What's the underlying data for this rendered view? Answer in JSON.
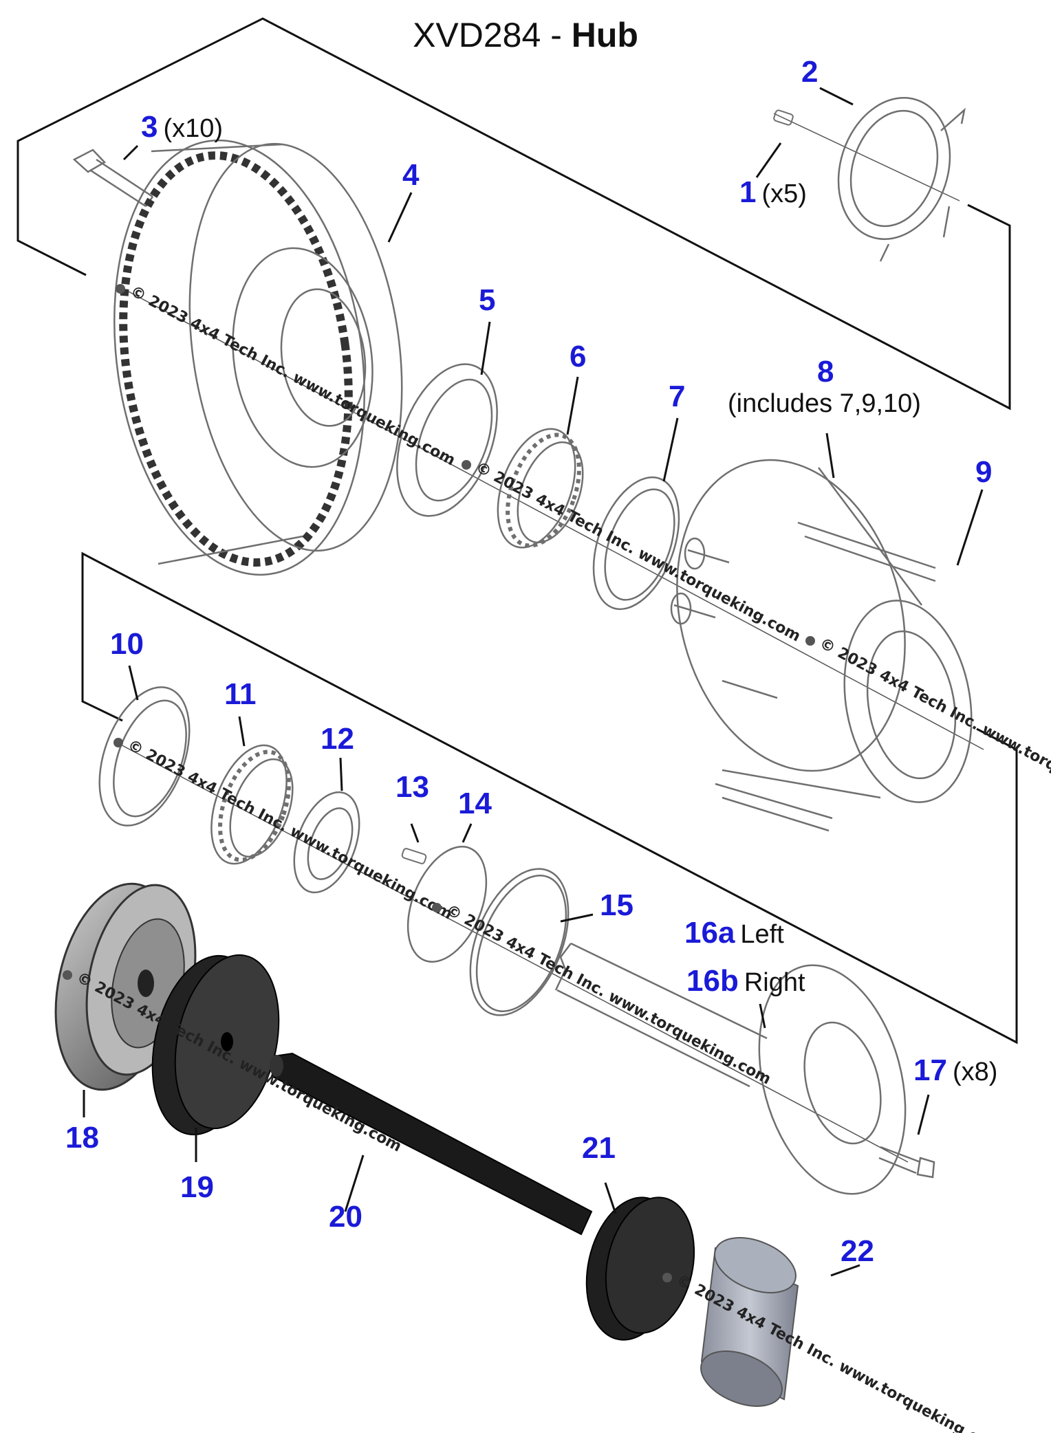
{
  "title": {
    "code": "XVD284",
    "separator": " - ",
    "name": "Hub"
  },
  "watermark": "© 2023 4x4 Tech Inc.   www.torqueking.com",
  "colors": {
    "label": "#1a1ad8",
    "outline": "#6f6f6f",
    "tool_black": "#1a1a1a",
    "tool_gray": "#9aa0ad"
  },
  "labels": {
    "p1": {
      "num": "1",
      "note": "(x5)"
    },
    "p2": {
      "num": "2"
    },
    "p3": {
      "num": "3",
      "note": "(x10)"
    },
    "p4": {
      "num": "4"
    },
    "p5": {
      "num": "5"
    },
    "p6": {
      "num": "6"
    },
    "p7": {
      "num": "7"
    },
    "p8": {
      "num": "8",
      "note": "(includes 7,9,10)"
    },
    "p9": {
      "num": "9"
    },
    "p10": {
      "num": "10"
    },
    "p11": {
      "num": "11"
    },
    "p12": {
      "num": "12"
    },
    "p13": {
      "num": "13"
    },
    "p14": {
      "num": "14"
    },
    "p15": {
      "num": "15"
    },
    "p16a": {
      "num": "16a",
      "note": "Left"
    },
    "p16b": {
      "num": "16b",
      "note": "Right"
    },
    "p17": {
      "num": "17",
      "note": "(x8)"
    },
    "p18": {
      "num": "18"
    },
    "p19": {
      "num": "19"
    },
    "p20": {
      "num": "20"
    },
    "p21": {
      "num": "21"
    },
    "p22": {
      "num": "22"
    }
  }
}
